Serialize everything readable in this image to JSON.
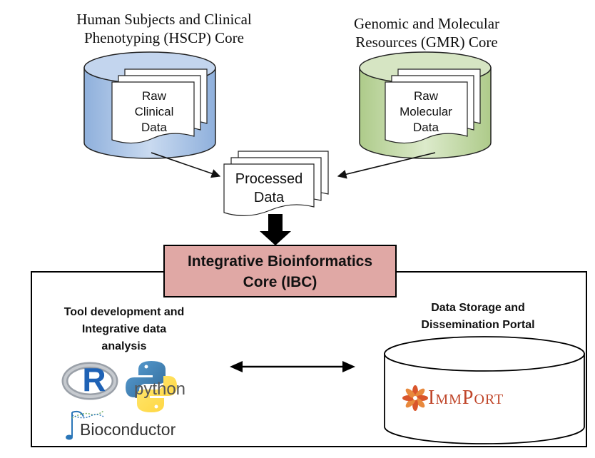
{
  "hscp": {
    "title_line1": "Human Subjects and Clinical",
    "title_line2": "Phenotyping (HSCP) Core",
    "doc_line1": "Raw",
    "doc_line2": "Clinical",
    "doc_line3": "Data"
  },
  "gmr": {
    "title_line1": "Genomic and Molecular",
    "title_line2": "Resources (GMR) Core",
    "doc_line1": "Raw",
    "doc_line2": "Molecular",
    "doc_line3": "Data"
  },
  "processed": {
    "line1": "Processed",
    "line2": "Data"
  },
  "ibc": {
    "line1": "Integrative Bioinformatics",
    "line2": "Core (IBC)"
  },
  "tools": {
    "line1": "Tool development and",
    "line2": "Integrative data",
    "line3": "analysis",
    "r_logo": "R",
    "python_logo": "python",
    "bioconductor_logo": "Bioconductor"
  },
  "storage": {
    "line1": "Data Storage and",
    "line2": "Dissemination Portal",
    "immport_logo": "ImmPort"
  },
  "colors": {
    "hscp_cylinder": "#b7cde8",
    "gmr_cylinder": "#cfe0b4",
    "ibc_box": "#e0a8a5"
  }
}
